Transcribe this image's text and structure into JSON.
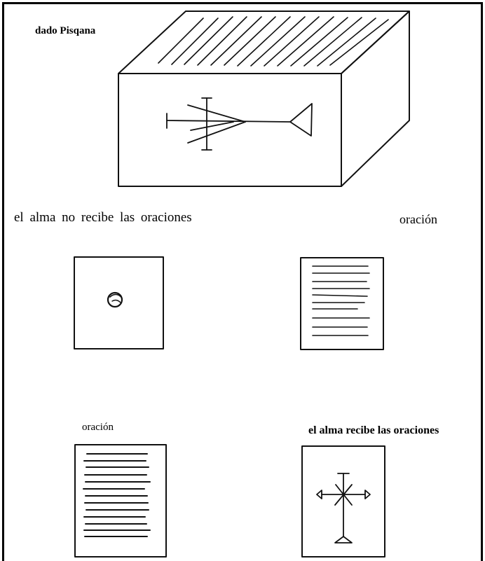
{
  "figure": {
    "title": "dado Pisqana",
    "panels": [
      {
        "label": "el alma no recibe las oraciones",
        "symbol": "circle-mark"
      },
      {
        "label": "oración",
        "symbol": "ruled-lines"
      },
      {
        "label": "oración",
        "symbol": "ruled-lines"
      },
      {
        "label": "el alma recibe las oraciones",
        "symbol": "cross-with-arrows"
      }
    ]
  },
  "colors": {
    "ink": "#111111",
    "background": "#ffffff",
    "frame": "#000000"
  }
}
